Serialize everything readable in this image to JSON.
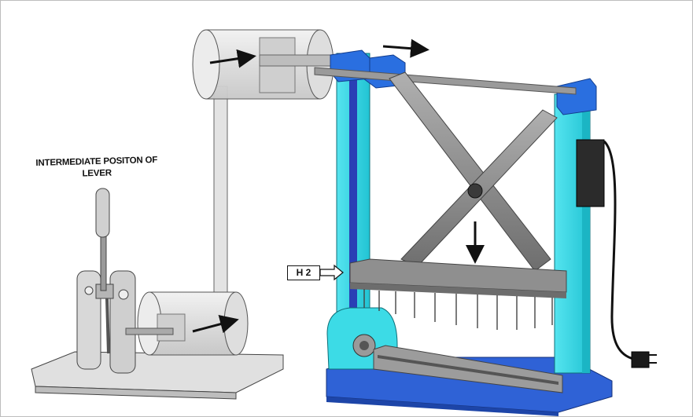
{
  "labels": {
    "lever_line1": "INTERMEDIATE POSITON OF",
    "lever_line2": "LEVER",
    "h2": "H 2"
  },
  "colors": {
    "frame_cyan": "#35d8e6",
    "base_blue": "#2f62d6",
    "block_blue": "#2a6fe0",
    "metal_gray": "#8c8c8c",
    "cylinder_glass": "#e6e6e6",
    "base_plate": "#d9d9d9",
    "power_box": "#2b2b2b"
  },
  "icons": [
    "arrow-right-icon",
    "arrow-down-icon",
    "plug-icon"
  ]
}
